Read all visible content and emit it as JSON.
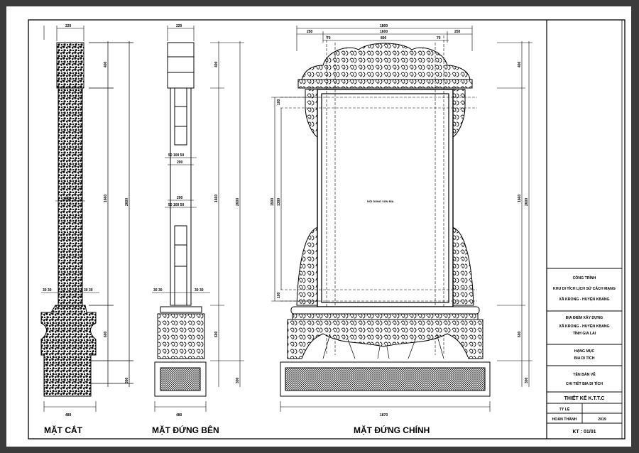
{
  "views": {
    "section": {
      "title": "MẶT CẮT",
      "width_top": "220",
      "width_mid": "200",
      "width_base": "480",
      "side_dims": [
        "30 30",
        "30 30"
      ],
      "heights": [
        "400",
        "1660",
        "2600",
        "600",
        "300"
      ]
    },
    "side": {
      "title": "MẶT ĐỨNG BÊN",
      "width_top": "220",
      "dims_a": "50 100 50",
      "dim_200a": "200",
      "dim_200b": "200",
      "dims_b": "50 100 50",
      "side_dims": [
        "30 30",
        "30 30"
      ],
      "width_base": "480",
      "heights": [
        "400",
        "1660",
        "2600",
        "600",
        "300"
      ]
    },
    "front": {
      "title": "MẶT ĐỨNG CHÍNH",
      "overall_top": "1800",
      "left_top": "250",
      "center_top": "1600",
      "right_top": "250",
      "inner_left": "70",
      "inner_center": "800",
      "inner_right": "70",
      "panel_text": "NỘI DUNG VĂN BIA",
      "left_heights": [
        "100",
        "1500",
        "1300",
        "100"
      ],
      "right_heights": [
        "400",
        "1660",
        "2600",
        "600",
        "300"
      ],
      "width_base": "1870"
    }
  },
  "title_block": {
    "project_label": "CÔNG TRÌNH",
    "project_name": "KHU DI TÍCH LỊCH SỬ CÁCH MẠNG",
    "project_place": "XÃ KRONG - HUYỆN KBANG",
    "location_label": "ĐỊA ĐIỂM XÂY DỰNG",
    "location_1": "XÃ KRONG - HUYỆN KBANG",
    "location_2": "TỈNH GIA LAI",
    "item_label": "HẠNG MỤC",
    "item_name": "BIA DI TÍCH",
    "drawing_label": "TÊN BẢN VẼ",
    "drawing_name": "CHI TIẾT BIA DI TÍCH",
    "design": "THIẾT KẾ K.T.T.C",
    "scale_label": "TỶ LỆ",
    "scale_value": "",
    "completed_label": "HOÀN THÀNH",
    "completed_value": "2019",
    "sheet": "KT : 01/01"
  }
}
